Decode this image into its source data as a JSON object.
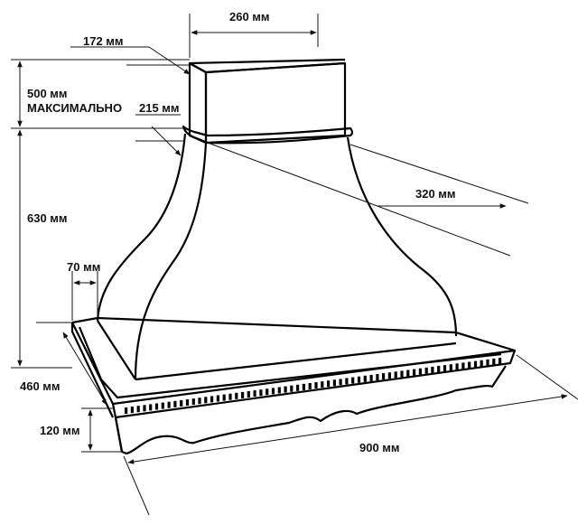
{
  "diagram": {
    "dimensions": {
      "top_width": "260 мм",
      "duct_depth": "172 мм",
      "height_max": "500 мм",
      "height_max_note": "МАКСИМАЛЬНО",
      "collar_depth": "215 мм",
      "depth_320": "320 мм",
      "body_height": "630 мм",
      "offset_70": "70 мм",
      "depth_460": "460 мм",
      "base_height": "120 мм",
      "total_width": "900 мм"
    },
    "colors": {
      "line": "#000000",
      "background": "#ffffff"
    }
  }
}
